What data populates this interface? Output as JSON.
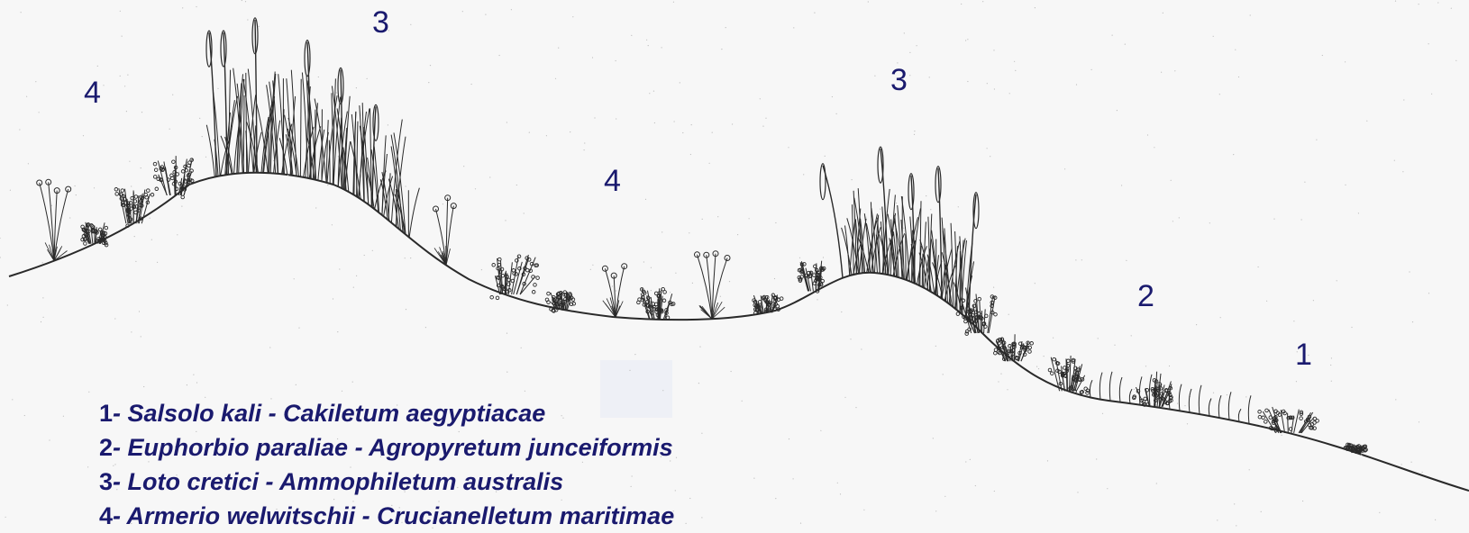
{
  "zone_labels": [
    {
      "id": "left-4",
      "text": "4"
    },
    {
      "id": "left-3",
      "text": "3"
    },
    {
      "id": "mid-4",
      "text": "4"
    },
    {
      "id": "right-3",
      "text": "3"
    },
    {
      "id": "right-2",
      "text": "2"
    },
    {
      "id": "right-1",
      "text": "1"
    }
  ],
  "legend": [
    {
      "num": "1",
      "sep": "- ",
      "text": "Salsolo kali - Cakiletum aegyptiacae"
    },
    {
      "num": "2",
      "sep": "- ",
      "text": "Euphorbio paraliae - Agropyretum junceiformis"
    },
    {
      "num": "3",
      "sep": "- ",
      "text": "Loto cretici - Ammophiletum australis"
    },
    {
      "num": "4",
      "sep": "- ",
      "text": "Armerio welwitschii - Crucianelletum maritimae"
    }
  ],
  "colors": {
    "background": "#f7f7f7",
    "label": "#1a1a6e",
    "ink": "#2a2a2a"
  }
}
